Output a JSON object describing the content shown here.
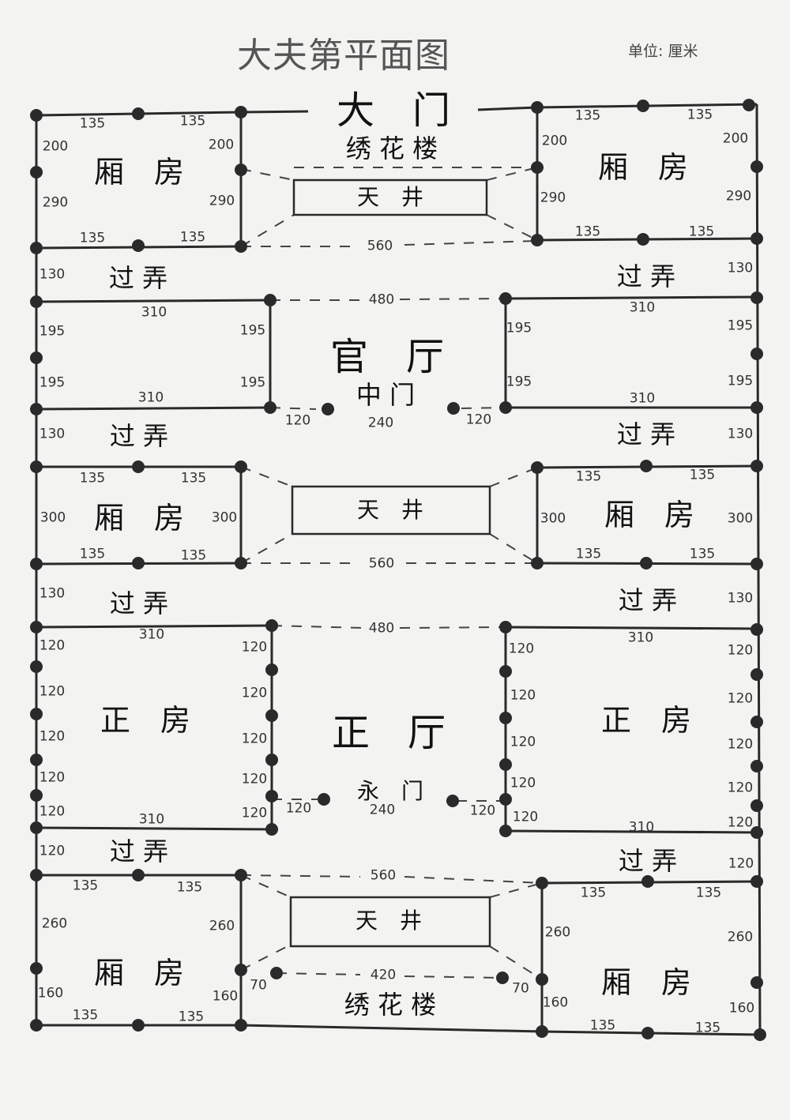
{
  "title": "大夫第平面图",
  "unit": "单位: 厘米",
  "rooms": {
    "gate": "大　门",
    "embroidery_top": "绣 花 楼",
    "wing_tl": "厢　房",
    "wing_tr": "厢　房",
    "courtyard_1": "天　井",
    "alley_1l": "过 弄",
    "alley_1r": "过 弄",
    "official_hall": "官　厅",
    "middle_gate": "中 门",
    "alley_2l": "过 弄",
    "alley_2r": "过 弄",
    "wing_ml": "厢　房",
    "wing_mr": "厢　房",
    "courtyard_2": "天　井",
    "alley_3l": "过 弄",
    "alley_3r": "过 弄",
    "main_room_l": "正　房",
    "main_room_r": "正　房",
    "main_hall": "正　厅",
    "yong_gate": "永　门",
    "alley_4l": "过 弄",
    "alley_4r": "过 弄",
    "courtyard_3": "天　井",
    "wing_bl": "厢　房",
    "wing_br": "厢　房",
    "embroidery_bottom": "绣 花 楼"
  },
  "dims": {
    "t_l_top_a": "135",
    "t_l_top_b": "135",
    "t_l_bot_a": "135",
    "t_l_bot_b": "135",
    "t_l_left_a": "200",
    "t_l_left_b": "290",
    "t_l_right_a": "200",
    "t_l_right_b": "290",
    "t_r_top_a": "135",
    "t_r_top_b": "135",
    "t_r_bot_a": "135",
    "t_r_bot_b": "135",
    "t_r_left_a": "200",
    "t_r_left_b": "290",
    "t_r_right_a": "200",
    "t_r_right_b": "290",
    "c1_width": "560",
    "a1_l": "130",
    "a1_r": "130",
    "h1_width": "480",
    "o_l_top": "310",
    "o_l_bot": "310",
    "o_l_left_a": "195",
    "o_l_left_b": "195",
    "o_l_right_a": "195",
    "o_l_right_b": "195",
    "o_r_top": "310",
    "o_r_bot": "310",
    "o_r_left_a": "195",
    "o_r_left_b": "195",
    "o_r_right_a": "195",
    "o_r_right_b": "195",
    "mg_a": "120",
    "mg_b": "240",
    "mg_c": "120",
    "a2_l": "130",
    "a2_r": "130",
    "m_l_top_a": "135",
    "m_l_top_b": "135",
    "m_l_bot_a": "135",
    "m_l_bot_b": "135",
    "m_l_left": "300",
    "m_l_right": "300",
    "m_r_top_a": "135",
    "m_r_top_b": "135",
    "m_r_bot_a": "135",
    "m_r_bot_b": "135",
    "m_r_left": "300",
    "m_r_right": "300",
    "c2_width": "560",
    "a3_l": "130",
    "a3_r": "130",
    "h2_width": "480",
    "z_l_top": "310",
    "z_l_bot": "310",
    "z_l_left_1": "120",
    "z_l_left_2": "120",
    "z_l_left_3": "120",
    "z_l_left_4": "120",
    "z_l_left_5": "120",
    "z_l_right_1": "120",
    "z_l_right_2": "120",
    "z_l_right_3": "120",
    "z_l_right_4": "120",
    "z_l_right_5": "120",
    "z_r_top": "310",
    "z_r_bot": "310",
    "z_r_left_1": "120",
    "z_r_left_2": "120",
    "z_r_left_3": "120",
    "z_r_left_4": "120",
    "z_r_left_5": "120",
    "z_r_right_1": "120",
    "z_r_right_2": "120",
    "z_r_right_3": "120",
    "z_r_right_4": "120",
    "z_r_right_5": "120",
    "yg_a": "120",
    "yg_b": "240",
    "yg_c": "120",
    "a4_l": "120",
    "a4_r": "120",
    "c3_width": "560",
    "b_l_top_a": "135",
    "b_l_top_b": "135",
    "b_l_bot_a": "135",
    "b_l_bot_b": "135",
    "b_l_left_a": "260",
    "b_l_left_b": "160",
    "b_l_right_a": "260",
    "b_l_right_b": "160",
    "b_r_top_a": "135",
    "b_r_top_b": "135",
    "b_r_bot_a": "135",
    "b_r_bot_b": "135",
    "b_r_left_a": "260",
    "b_r_left_b": "160",
    "b_r_right_a": "260",
    "b_r_right_b": "160",
    "eb_width": "420",
    "eb_l": "70",
    "eb_r": "70"
  },
  "colors": {
    "ink": "#222222",
    "post": "#2a2a2a",
    "paper": "#f3f3f1"
  }
}
